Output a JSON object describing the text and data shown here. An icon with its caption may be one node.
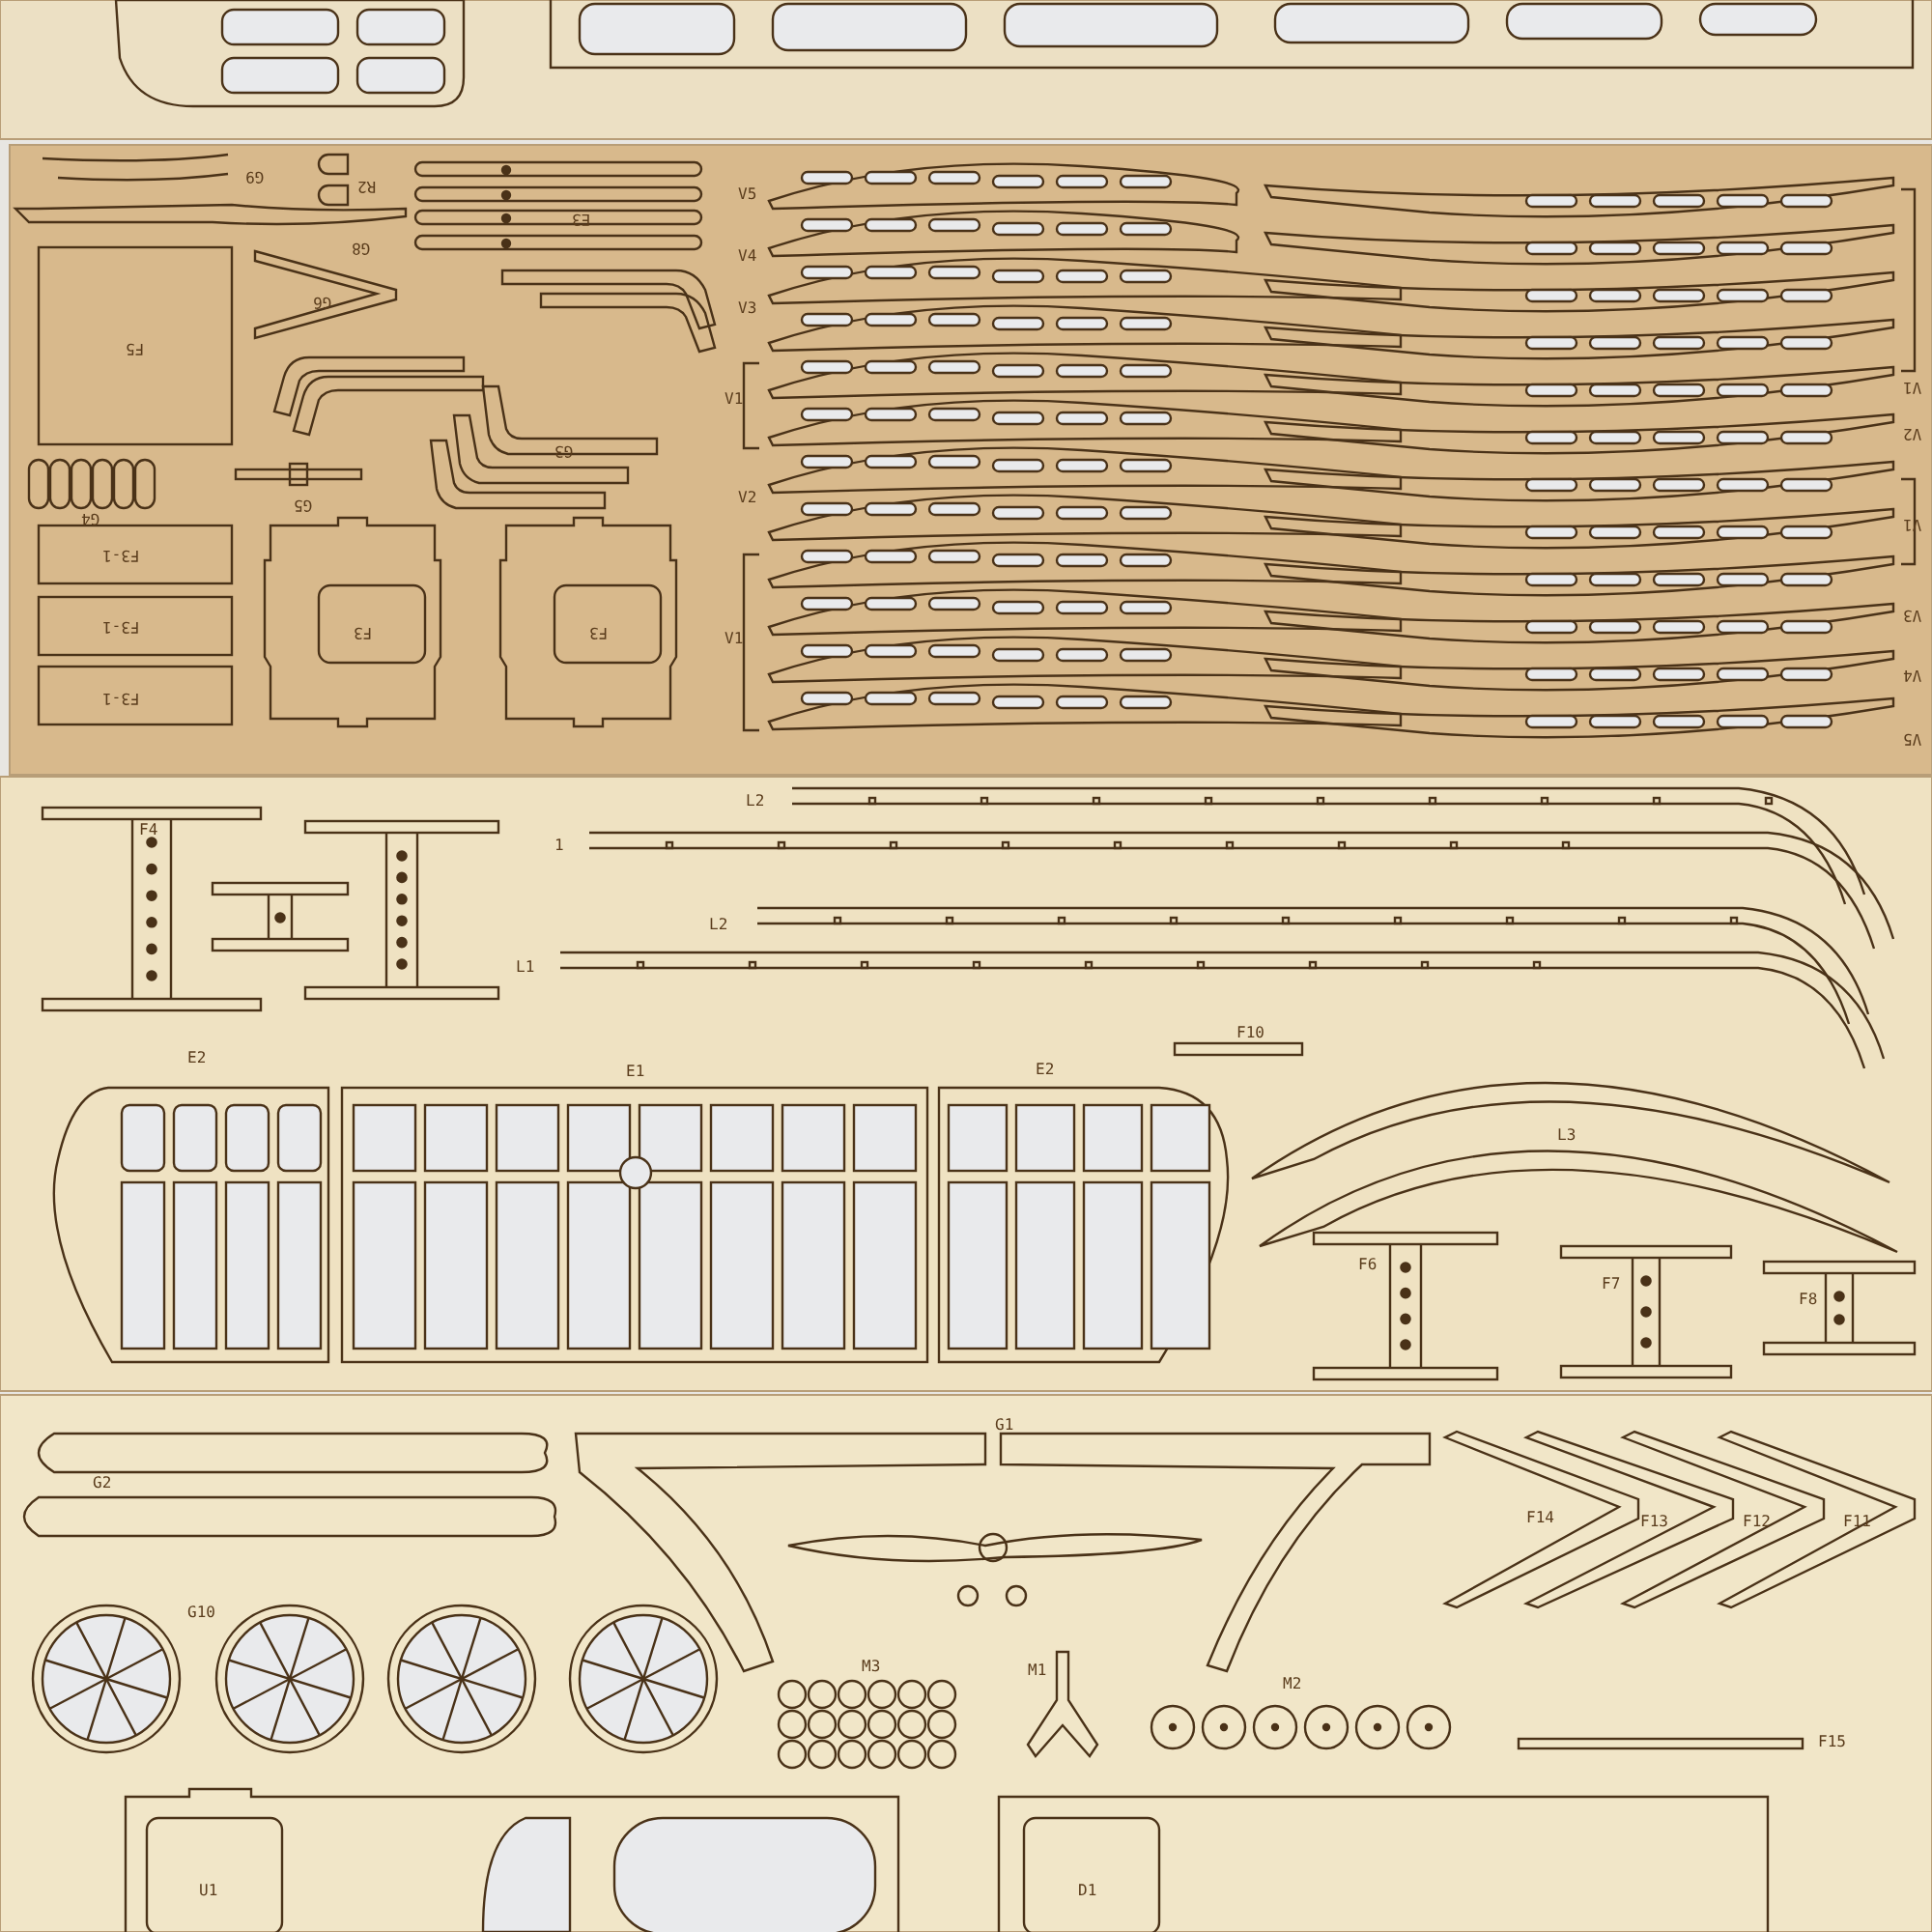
{
  "diagram": {
    "labels": [
      "G9",
      "R2",
      "G8",
      "E3",
      "G6",
      "F5",
      "G4",
      "G5",
      "G3",
      "F3-1",
      "F3-1",
      "F3-1",
      "F3",
      "F3",
      "V5",
      "V4",
      "V3",
      "V1",
      "V2",
      "V1",
      "V1",
      "V2",
      "V1",
      "V3",
      "V4",
      "V5",
      "F4",
      "1",
      "L2",
      "L2",
      "L1",
      "F10",
      "E2",
      "E1",
      "E2",
      "L3",
      "F6",
      "F7",
      "F8",
      "G1",
      "G2",
      "G10",
      "M3",
      "M1",
      "M2",
      "F14",
      "F13",
      "F12",
      "F11",
      "F15",
      "U1",
      "D1"
    ]
  }
}
